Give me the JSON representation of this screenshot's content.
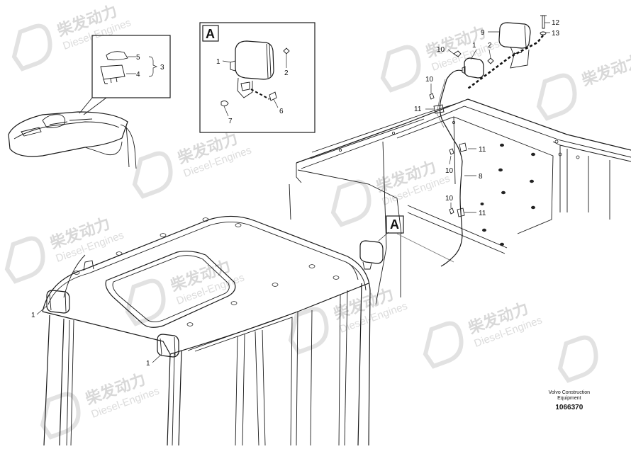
{
  "watermark": {
    "brand_cn": "柴发动力",
    "brand_en": "Diesel-Engines"
  },
  "detail_callout": {
    "letter": "A"
  },
  "part_labels": {
    "p1": "1",
    "p2": "2",
    "p3": "3",
    "p4": "4",
    "p5": "5",
    "p6": "6",
    "p7": "7",
    "p8": "8",
    "p9": "9",
    "p10": "10",
    "p11": "11",
    "p12": "12",
    "p13": "13"
  },
  "footer": {
    "maker_line1": "Volvo Construction",
    "maker_line2": "Equipment",
    "drawing_number": "1066370"
  }
}
